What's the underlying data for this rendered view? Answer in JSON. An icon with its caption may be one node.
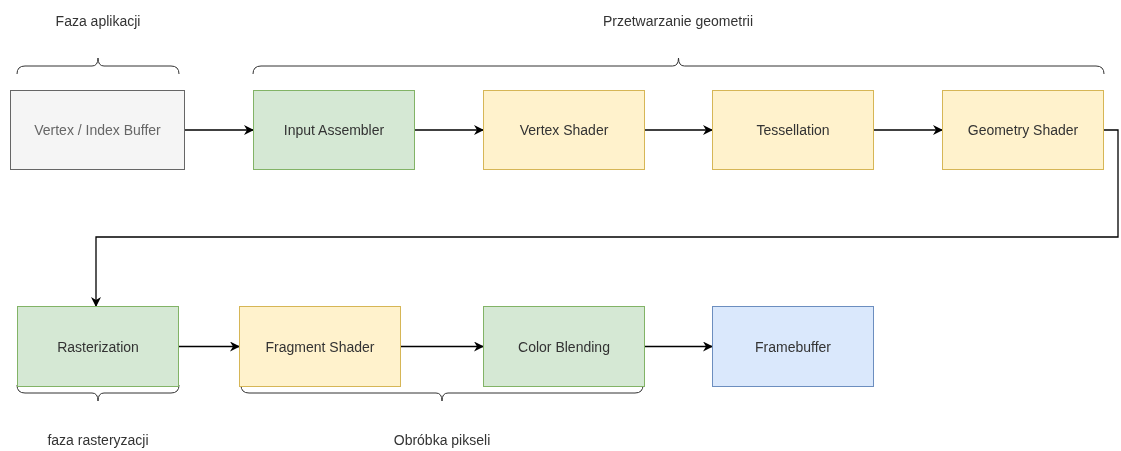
{
  "diagram": {
    "nodes": [
      {
        "text": [
          "Vertex / Index Buffer"
        ]
      },
      {
        "text": [
          "Input Assembler"
        ]
      },
      {
        "text": [
          "Vertex Shader"
        ]
      },
      {
        "text": [
          "Tessellation"
        ]
      },
      {
        "text": [
          "Geometry Shader"
        ]
      },
      {
        "text": [
          "Rasterization"
        ]
      },
      {
        "text": [
          "Fragment Shader"
        ]
      },
      {
        "text": [
          "Color Blending"
        ]
      },
      {
        "text": [
          "Framebuffer"
        ]
      }
    ],
    "edges": [
      {
        "from": 0,
        "to": 1,
        "arrow": "to"
      },
      {
        "from": 1,
        "to": 2,
        "arrow": "to"
      },
      {
        "from": 2,
        "to": 3,
        "arrow": "to"
      },
      {
        "from": 3,
        "to": 4,
        "arrow": "to"
      },
      {
        "from": 4,
        "to": 5,
        "arrow": "to"
      },
      {
        "from": 5,
        "to": 6,
        "arrow": "to"
      },
      {
        "from": 6,
        "to": 7,
        "arrow": "to"
      },
      {
        "from": 7,
        "to": 8,
        "arrow": "to"
      }
    ],
    "labels": [
      "Faza aplikacji",
      "Przetwarzanie geometrii",
      "faza rasteryzacji",
      "Obróbka pikseli"
    ]
  }
}
